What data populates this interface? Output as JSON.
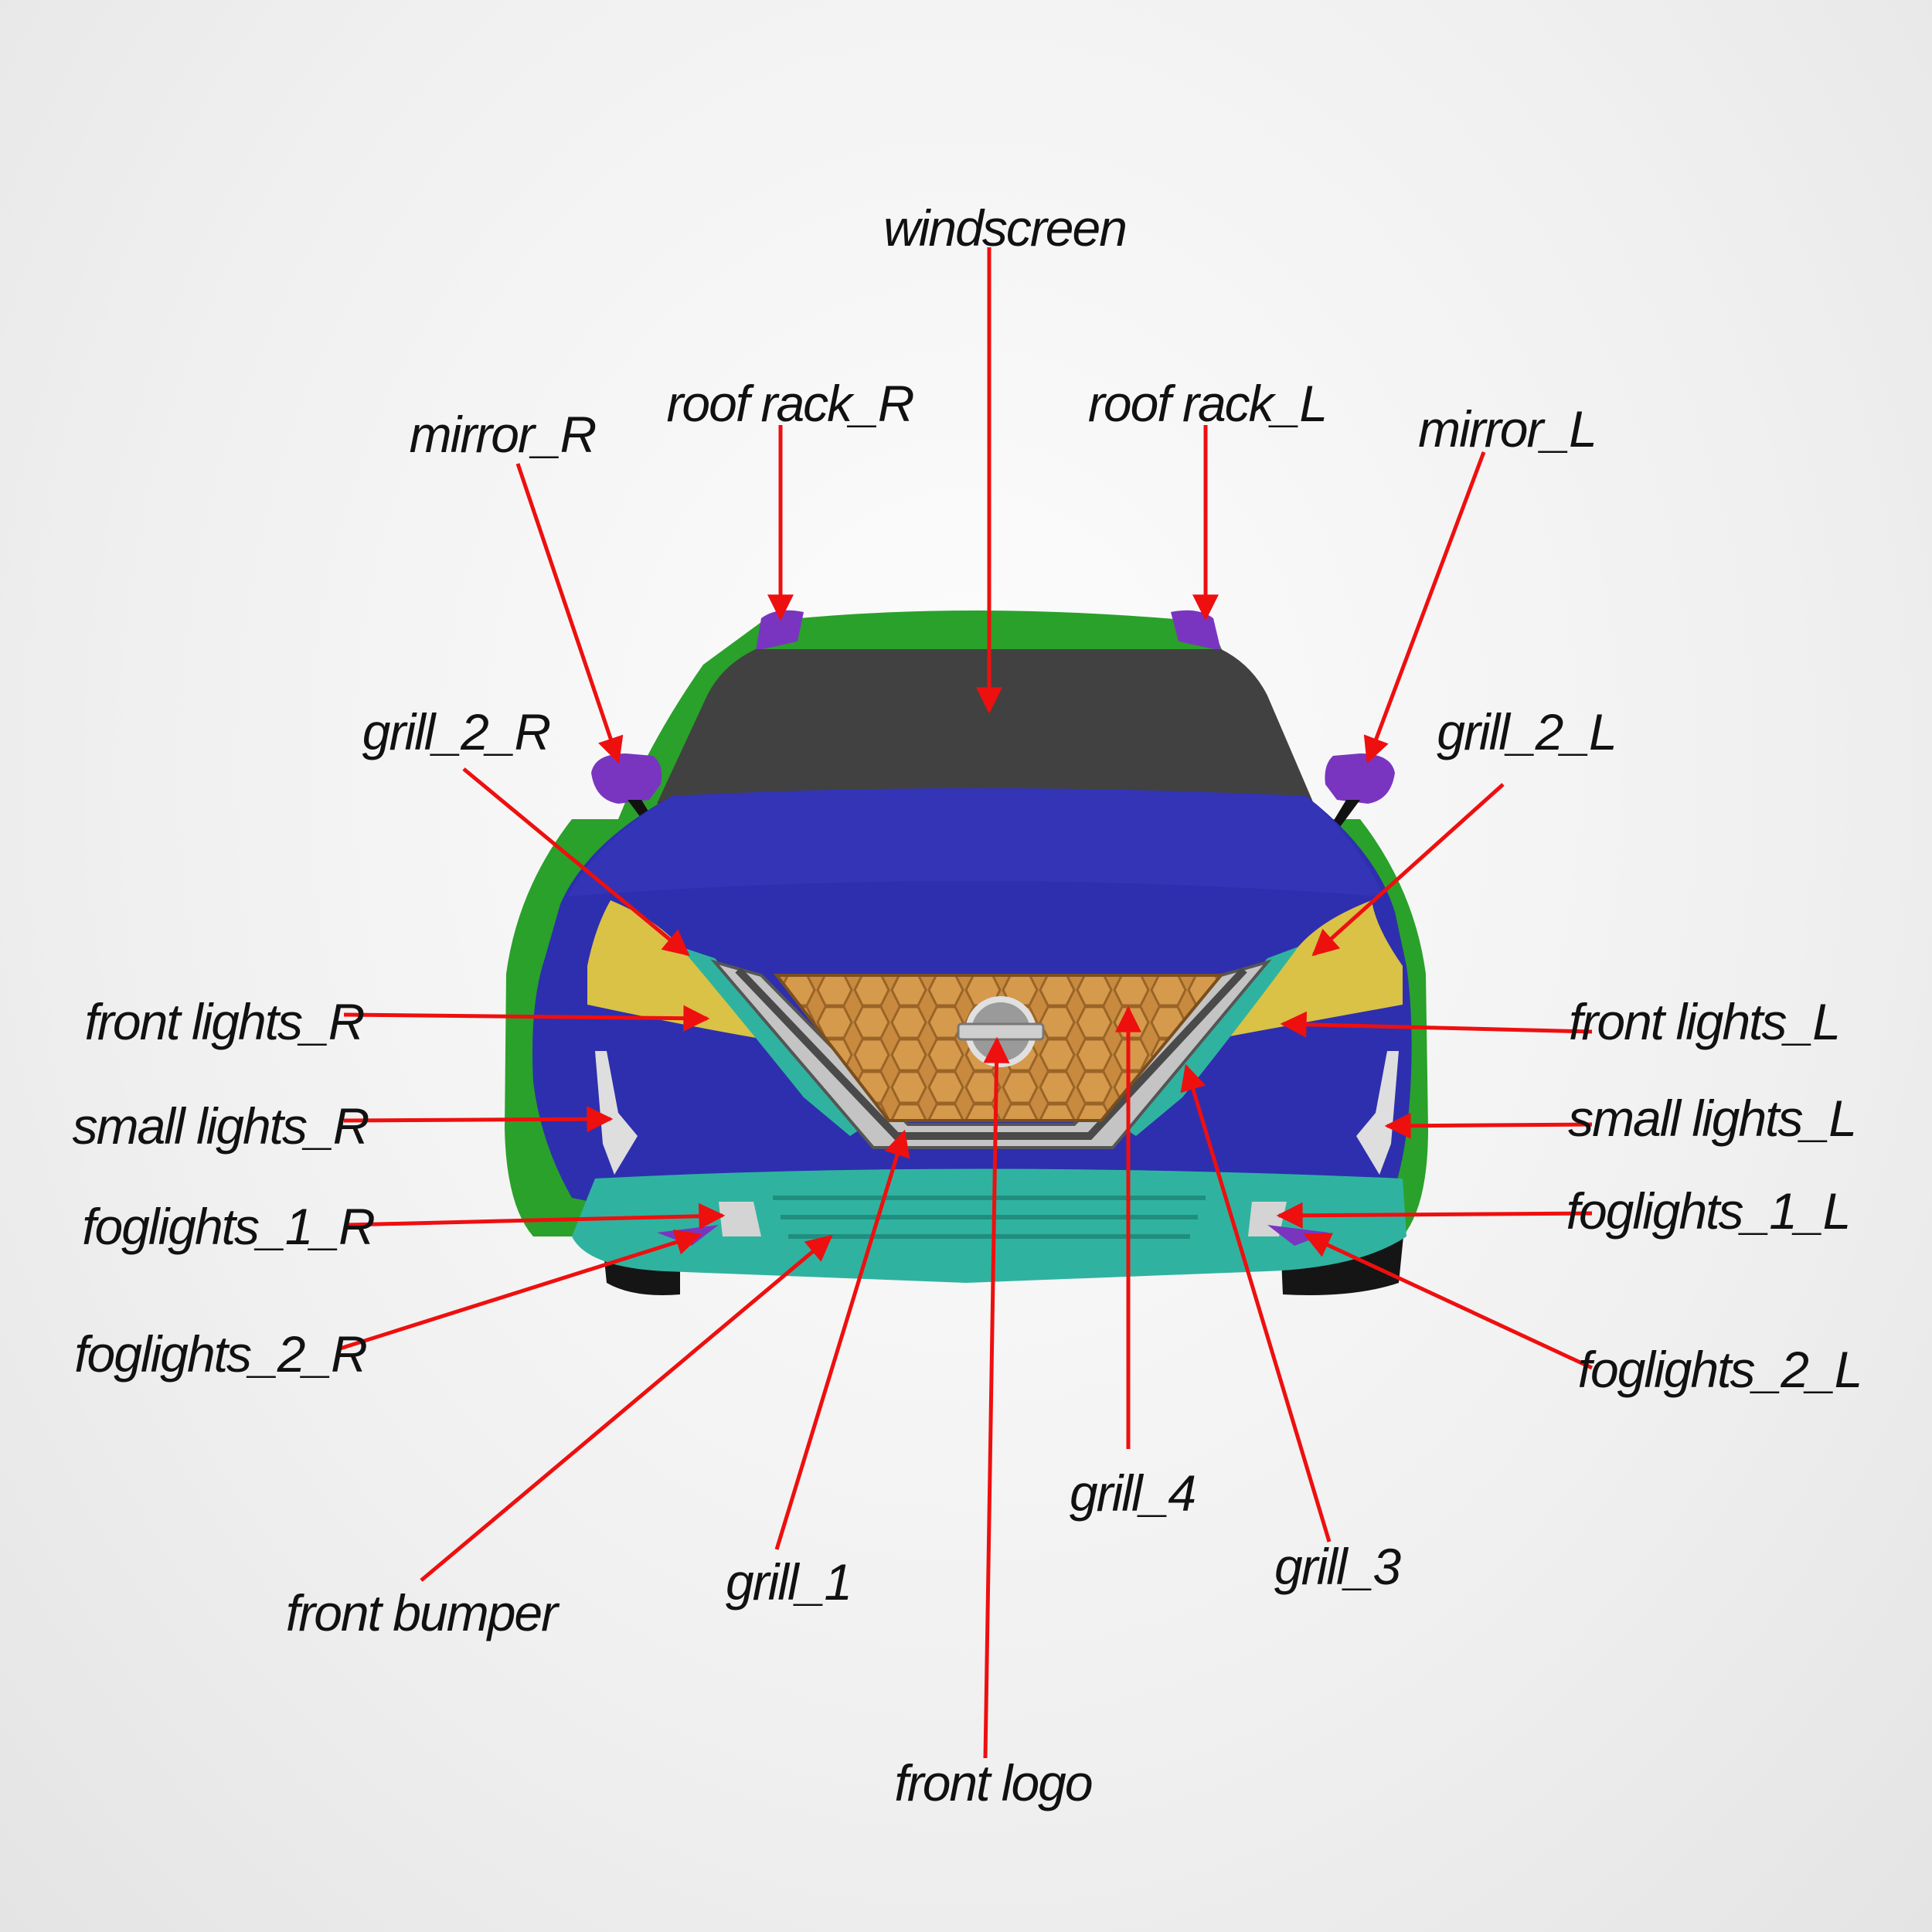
{
  "colors": {
    "arrow": "#ee0f0f",
    "body_blue": "#2e2fae",
    "roof_green": "#2aa12a",
    "windscreen": "#414141",
    "mirror_purple": "#7a35c0",
    "lights_yellow": "#d9c245",
    "grill_orange": "#c88a3e",
    "bumper_teal": "#2fb3a0",
    "chrome_grey": "#b8b8b8"
  },
  "labels": {
    "windscreen": "windscreen",
    "roof_rack_r": "roof rack_R",
    "roof_rack_l": "roof rack_L",
    "mirror_r": "mirror_R",
    "mirror_l": "mirror_L",
    "grill_2_r": "grill_2_R",
    "grill_2_l": "grill_2_L",
    "front_lights_r": "front lights_R",
    "front_lights_l": "front lights_L",
    "small_lights_r": "small lights_R",
    "small_lights_l": "small lights_L",
    "foglights_1_r": "foglights_1_R",
    "foglights_1_l": "foglights_1_L",
    "foglights_2_r": "foglights_2_R",
    "foglights_2_l": "foglights_2_L",
    "front_bumper": "front bumper",
    "grill_1": "grill_1",
    "grill_4": "grill_4",
    "grill_3": "grill_3",
    "front_logo": "front logo"
  }
}
